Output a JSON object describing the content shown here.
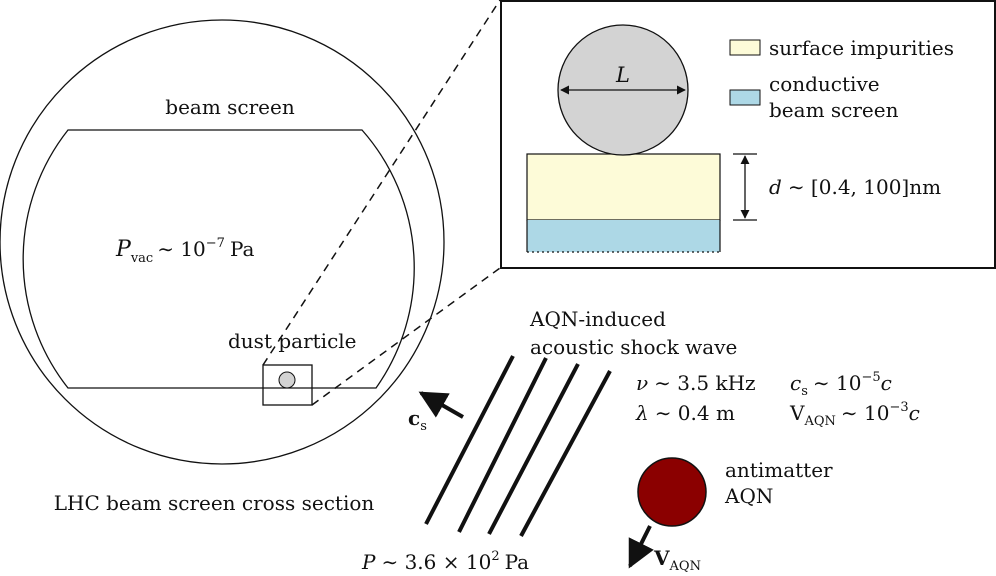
{
  "colors": {
    "impurity": "#fdfbd8",
    "screen": "#add8e6",
    "particle": "#d3d3d3",
    "aqn": "#8b0000"
  },
  "cross_section": {
    "beam_screen_label": "beam screen",
    "pressure_symbol": "P",
    "pressure_sub": "vac",
    "pressure_rel": "∼ 10",
    "pressure_exp": "−7",
    "pressure_unit": "Pa",
    "dust_label": "dust particle",
    "caption": "LHC beam screen cross section"
  },
  "inset": {
    "size_symbol": "L",
    "legend": [
      {
        "label": "surface impurities"
      },
      {
        "label_lines": [
          "conductive",
          "beam screen"
        ]
      }
    ],
    "thickness_symbol": "d",
    "thickness_range": "∼ [0.4, 100]nm"
  },
  "wave": {
    "title_lines": [
      "AQN-induced",
      "acoustic shock wave"
    ],
    "nu_symbol": "ν",
    "nu_value": "∼ 3.5 kHz",
    "lambda_symbol": "λ",
    "lambda_value": "∼ 0.4 m",
    "cs_symbol": "c",
    "cs_sub": "s",
    "cs_rel": "∼ 10",
    "cs_exp": "−5",
    "cs_unit": "c",
    "v_symbol": "V",
    "v_sub": "AQN",
    "v_rel": "∼ 10",
    "v_exp": "−3",
    "v_unit": "c",
    "velocity_arrow_symbol": "c",
    "velocity_arrow_sub": "s",
    "pressure_symbol": "P",
    "pressure_value": "∼ 3.6 × 10",
    "pressure_exp": "2",
    "pressure_unit": "Pa"
  },
  "aqn": {
    "label_lines": [
      "antimatter",
      "AQN"
    ],
    "velocity_symbol": "V",
    "velocity_sub": "AQN"
  }
}
